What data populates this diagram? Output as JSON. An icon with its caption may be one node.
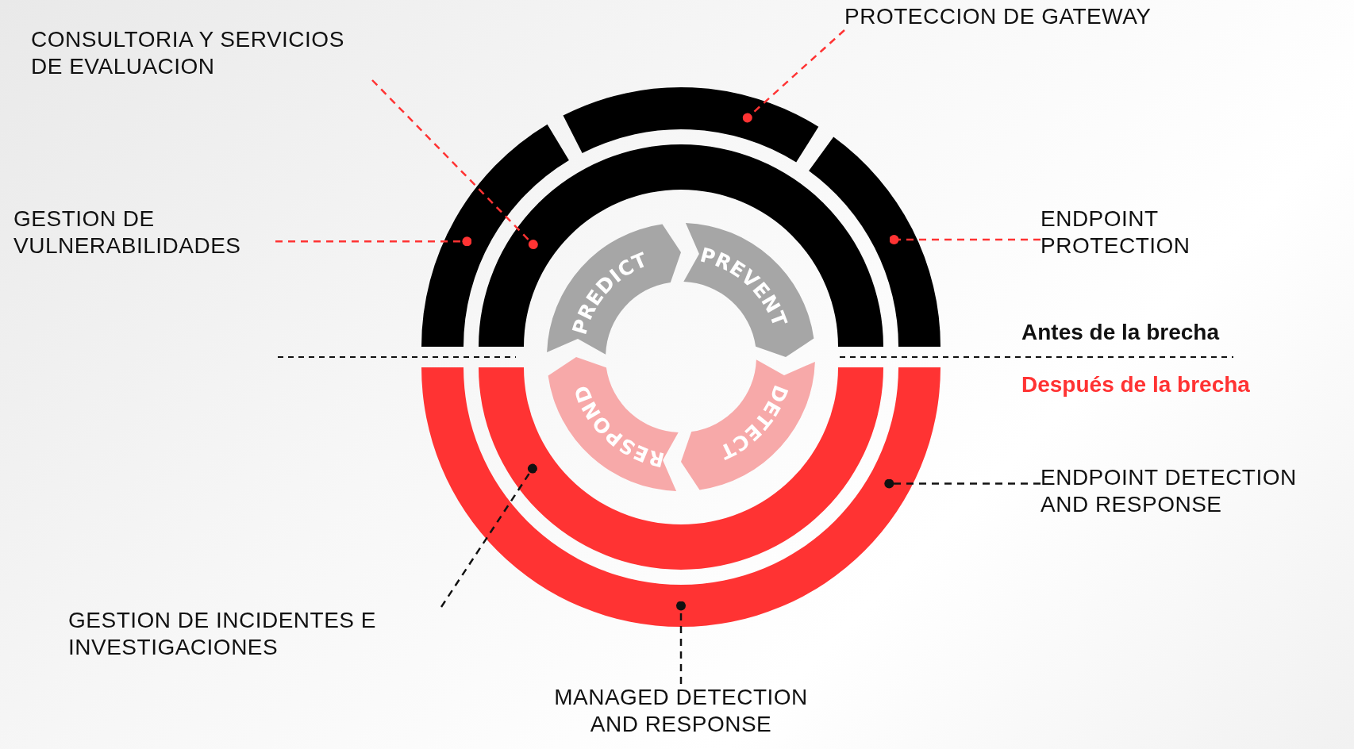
{
  "diagram": {
    "nodes": [
      {
        "text": [
          "PROTECCION DE GATEWAY"
        ]
      },
      {
        "text": [
          "CONSULTORIA Y SERVICIOS DE EVALUACION"
        ]
      },
      {
        "text": [
          "GESTION DE VULNERABILIDADES"
        ]
      },
      {
        "text": [
          "ENDPOINT PROTECTION"
        ]
      },
      {
        "text": [
          "ENDPOINT DETECTION AND RESPONSE"
        ]
      },
      {
        "text": [
          "GESTION DE INCIDENTES E INVESTIGACIONES"
        ]
      },
      {
        "text": [
          "MANAGED DETECTION AND RESPONSE"
        ]
      },
      {
        "text": [],
        "shape": "arc"
      },
      {
        "text": [],
        "shape": "arc"
      },
      {
        "text": [],
        "shape": "arc"
      },
      {
        "text": [],
        "shape": "arc"
      },
      {
        "text": [],
        "shape": "arc"
      },
      {
        "text": [],
        "shape": "arc"
      },
      {
        "text": [
          "PREDICT"
        ]
      },
      {
        "text": [
          "PREVENT"
        ]
      },
      {
        "text": [
          "DETECT"
        ]
      },
      {
        "text": [
          "RESPOND"
        ]
      }
    ],
    "edges": [
      {
        "from": 0,
        "to": 7,
        "arrow": "other",
        "style": "dashed"
      },
      {
        "from": 1,
        "to": 10,
        "arrow": "other",
        "style": "dashed"
      },
      {
        "from": 2,
        "to": 8,
        "arrow": "other",
        "style": "dashed"
      },
      {
        "from": 3,
        "to": 9,
        "arrow": "other",
        "style": "dashed"
      },
      {
        "from": 4,
        "to": 12,
        "arrow": "other",
        "style": "dashed",
        "color": "#111111"
      },
      {
        "from": 5,
        "to": 11,
        "arrow": "other",
        "style": "dashed",
        "color": "#111111"
      },
      {
        "from": 6,
        "to": 12,
        "arrow": "other",
        "style": "dashed",
        "color": "#111111"
      }
    ],
    "labels": [
      "Antes de la brecha",
      "Después de la brecha"
    ]
  }
}
